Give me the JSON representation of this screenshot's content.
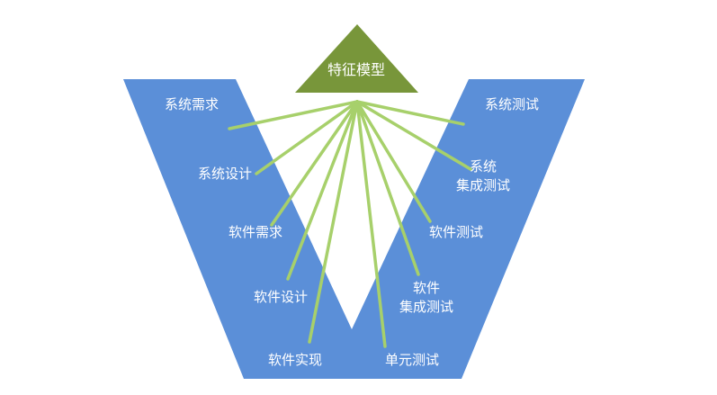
{
  "diagram": {
    "apex_label": "特征模型",
    "left_arm": {
      "system_requirements": "系统需求",
      "system_design": "系统设计",
      "software_requirements": "软件需求",
      "software_design": "软件设计",
      "software_implementation": "软件实现"
    },
    "right_arm": {
      "system_test": "系统测试",
      "system_integration_line1": "系统",
      "system_integration_line2": "集成测试",
      "software_test": "软件测试",
      "software_integration_line1": "软件",
      "software_integration_line2": "集成测试",
      "unit_test": "单元测试"
    },
    "colors": {
      "v_shape": "#5b8fd8",
      "apex_triangle": "#78963a",
      "connector_lines": "#a7d06b",
      "label_text": "#ffffff"
    }
  }
}
